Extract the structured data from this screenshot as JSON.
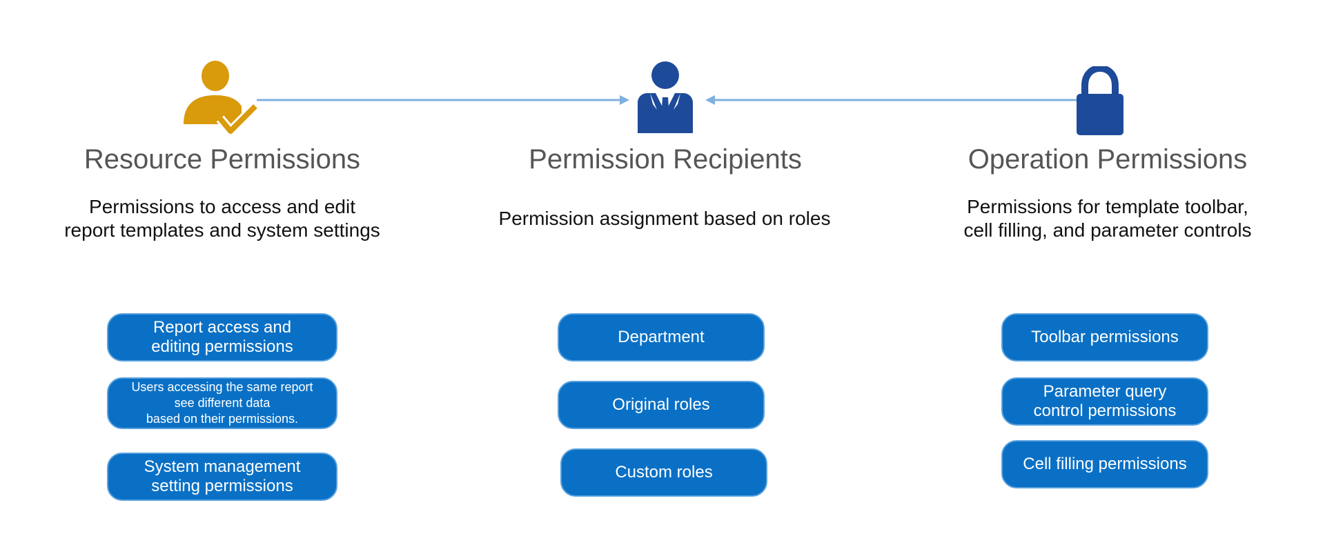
{
  "colors": {
    "accent_gold": "#d99a0b",
    "accent_navy": "#1e4a9a",
    "pill_fill": "#0a70c5",
    "pill_border": "#5aa2de",
    "connector": "#7fb0e0"
  },
  "columns": [
    {
      "icon": "user-check-icon",
      "title": "Resource Permissions",
      "description": "Permissions to access and edit\nreport templates and system settings",
      "items": [
        "Report access and\nediting permissions",
        "Users accessing the same report\nsee different data\nbased on their permissions.",
        "System management\nsetting permissions"
      ]
    },
    {
      "icon": "businessman-icon",
      "title": "Permission Recipients",
      "description": "Permission assignment based on roles",
      "items": [
        "Department",
        "Original roles",
        "Custom roles"
      ]
    },
    {
      "icon": "padlock-icon",
      "title": "Operation Permissions",
      "description": "Permissions for template toolbar,\ncell filling, and parameter controls",
      "items": [
        "Toolbar permissions",
        "Parameter query\ncontrol permissions",
        "Cell filling permissions"
      ]
    }
  ]
}
